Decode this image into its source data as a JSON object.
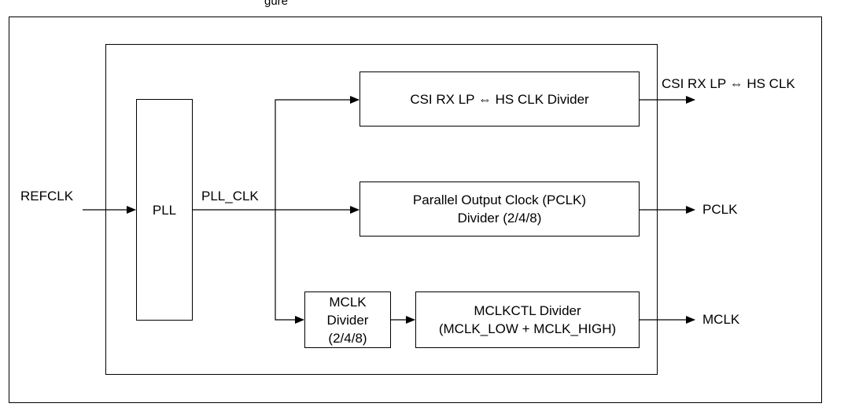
{
  "caption": "gure",
  "blocks": {
    "pll": "PLL",
    "csi_divider": "CSI RX LP ⇔ HS CLK Divider",
    "pclk_divider": "Parallel Output Clock (PCLK)\nDivider (2/4/8)",
    "mclk_divider": "MCLK\nDivider\n(2/4/8)",
    "mclkctl_divider": "MCLKCTL Divider\n(MCLK_LOW + MCLK_HIGH)"
  },
  "signals": {
    "refclk": "REFCLK",
    "pll_clk": "PLL_CLK",
    "csi_out": "CSI RX LP ⇔ HS CLK",
    "pclk": "PCLK",
    "mclk": "MCLK"
  }
}
